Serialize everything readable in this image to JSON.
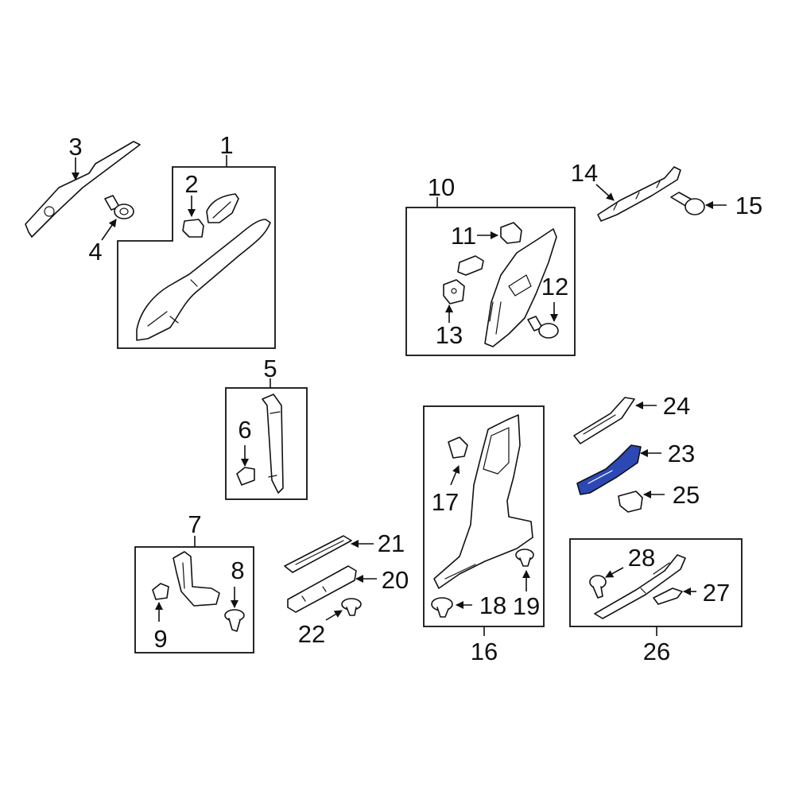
{
  "callouts": {
    "c1": "1",
    "c2": "2",
    "c3": "3",
    "c4": "4",
    "c5": "5",
    "c6": "6",
    "c7": "7",
    "c8": "8",
    "c9": "9",
    "c10": "10",
    "c11": "11",
    "c12": "12",
    "c13": "13",
    "c14": "14",
    "c15": "15",
    "c16": "16",
    "c17": "17",
    "c18": "18",
    "c19": "19",
    "c20": "20",
    "c21": "21",
    "c22": "22",
    "c23": "23",
    "c24": "24",
    "c25": "25",
    "c26": "26",
    "c27": "27",
    "c28": "28"
  },
  "highlight": {
    "part": "23",
    "color": "#2b48b5"
  },
  "colors": {
    "line": "#111111",
    "background": "#ffffff"
  }
}
